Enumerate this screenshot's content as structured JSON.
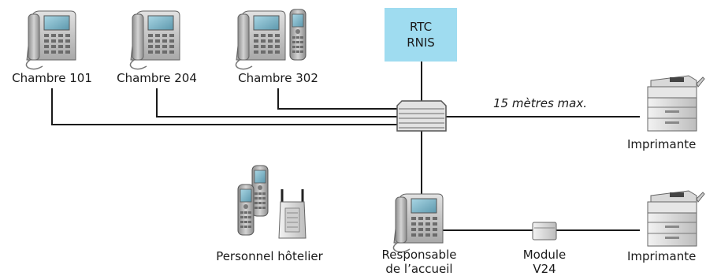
{
  "network": {
    "line1": "RTC",
    "line2": "RNIS"
  },
  "rooms": [
    {
      "label": "Chambre 101"
    },
    {
      "label": "Chambre 204"
    },
    {
      "label": "Chambre 302"
    }
  ],
  "distance_note": "15 mètres max.",
  "printers": [
    {
      "label": "Imprimante"
    },
    {
      "label": "Imprimante"
    }
  ],
  "staff": {
    "label": "Personnel hôtelier"
  },
  "reception": {
    "line1": "Responsable",
    "line2": "de l’accueil"
  },
  "module": {
    "line1": "Module",
    "line2": "V24"
  },
  "colors": {
    "network_box": "#9fdcf0",
    "wire": "#1a1a1a",
    "device_body": "#c8c8c8",
    "screen": "#7fb8cc"
  }
}
